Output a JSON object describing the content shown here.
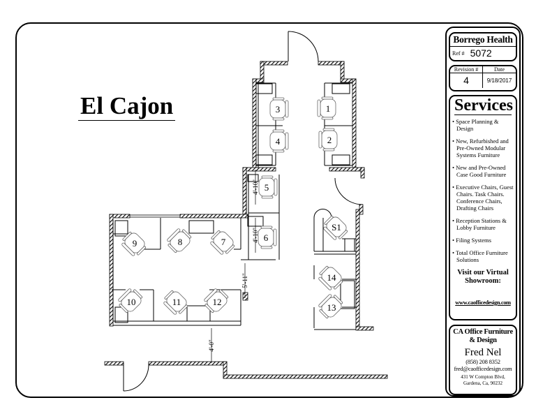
{
  "plan": {
    "title": "El Cajon",
    "workstations": [
      "1",
      "2",
      "3",
      "4",
      "5",
      "6",
      "7",
      "8",
      "9",
      "10",
      "11",
      "12",
      "S1",
      "14",
      "13"
    ],
    "dimensions": [
      "4'-10\"",
      "4'-10\"",
      "5'-11\"",
      "4'-0\""
    ]
  },
  "sidebar": {
    "client": "Borrego Health",
    "ref_label": "Ref #",
    "ref_value": "5072",
    "revision_label": "Revision #",
    "date_label": "Date",
    "revision_value": "4",
    "date_value": "9/18/2017",
    "services_title": "Services",
    "services": [
      "Space Planning & Design",
      "New, Refurbished and Pre-Owned Modular Systems Furniture",
      "New and Pre-Owned Case Good Furniture",
      "Executive Chairs, Guest Chairs. Task Chairs. Conference Chairs, Drafting Chairs",
      "Reception Stations & Lobby Furniture",
      "Filing Systems",
      "Total Office Furniture Solutions"
    ],
    "visit": "Visit our Virtual Showroom:",
    "url": "www.caofficedesign.com",
    "company": "CA Office Furniture & Design",
    "contact_name": "Fred Nel",
    "phone": "(858) 208 8352",
    "email": "fred@caofficedesign.com",
    "address_line1": "431 W Compton Blvd,",
    "address_line2": "Gardena, Ca, 90232"
  }
}
